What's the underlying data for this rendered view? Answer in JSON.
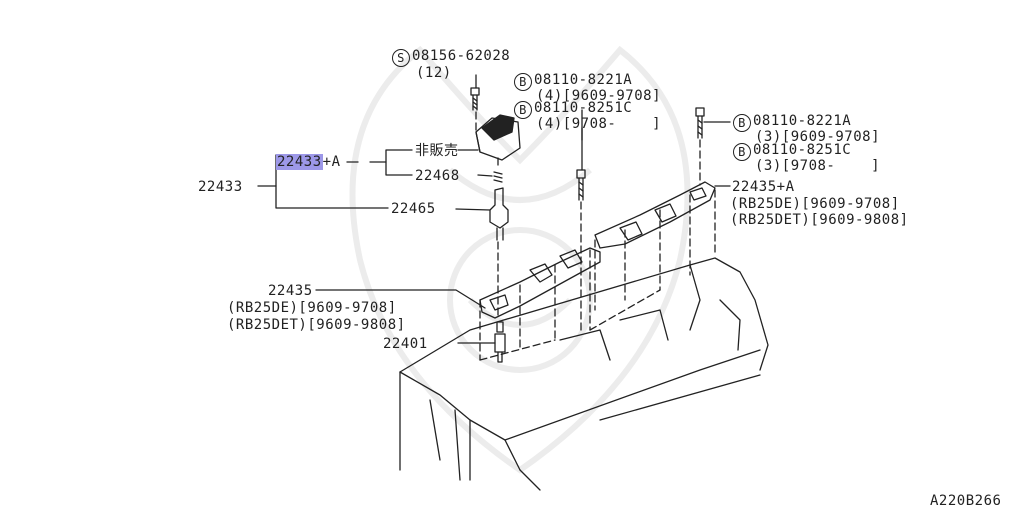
{
  "diagram_id": "A220B266",
  "labels": {
    "bolt_top_code": "S",
    "bolt_top_part": "08156-62028",
    "bolt_top_qty": "(12)",
    "bolt_mid1_code": "B",
    "bolt_mid1_part": "08110-8221A",
    "bolt_mid1_detail": "(4)[9609-9708]",
    "bolt_mid2_code": "B",
    "bolt_mid2_part": "08110-8251C",
    "bolt_mid2_detail": "(4)[9708-    ]",
    "bolt_right1_code": "B",
    "bolt_right1_part": "08110-8221A",
    "bolt_right1_detail": "(3)[9609-9708]",
    "bolt_right2_code": "B",
    "bolt_right2_part": "08110-8251C",
    "bolt_right2_detail": "(3)[9708-    ]",
    "coil_assembly_part": "22433",
    "coil_suffix": "+A",
    "not_for_sale": "非販売",
    "spring_part": "22468",
    "coil_parent_part": "22433",
    "boot_part": "22465",
    "cover_right_part": "22435+A",
    "cover_right_line1": "(RB25DE)[9609-9708]",
    "cover_right_line2": "(RB25DET)[9609-9808]",
    "cover_left_part": "22435",
    "cover_left_line1": "(RB25DE)[9609-9708]",
    "cover_left_line2": "(RB25DET)[9609-9808]",
    "spark_plug_part": "22401"
  },
  "colors": {
    "highlight": "#9d98e8",
    "ink": "#222222"
  }
}
